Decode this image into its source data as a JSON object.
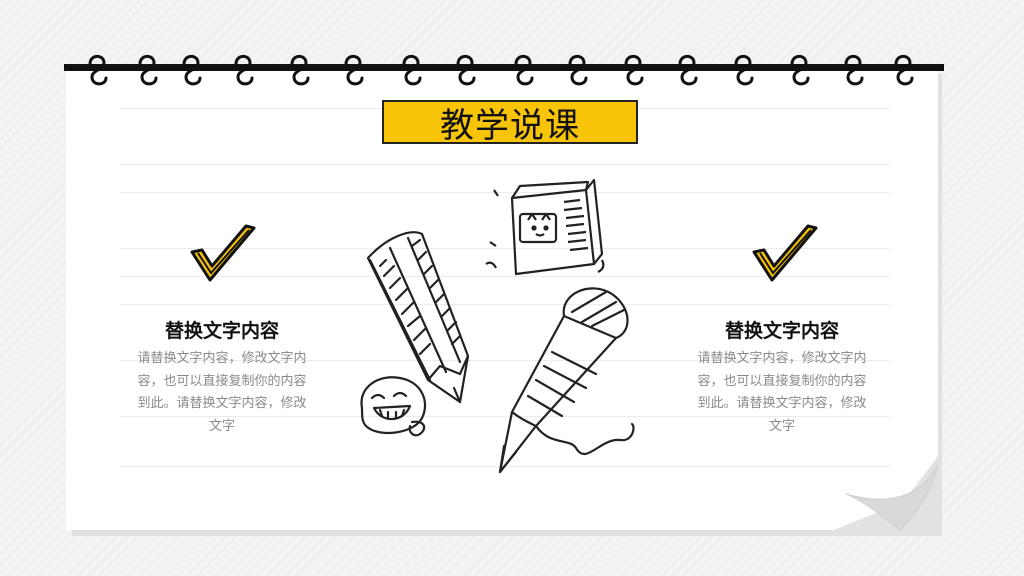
{
  "slide": {
    "title": "教学说课"
  },
  "left_block": {
    "heading": "替换文字内容",
    "body": "请替换文字内容，修改文字内容，也可以直接复制你的内容到此。请替换文字内容，修改文字"
  },
  "right_block": {
    "heading": "替换文字内容",
    "body": "请替换文字内容，修改文字内容，也可以直接复制你的内容到此。请替换文字内容，修改文字"
  },
  "colors": {
    "accent": "#f7c407",
    "ink": "#111111",
    "body_text": "#8a8a8a"
  },
  "icons": [
    "spiral-ring-icon",
    "check-mark-icon",
    "pencil-doodle-icon",
    "eraser-doodle-icon",
    "smiley-doodle-icon"
  ]
}
